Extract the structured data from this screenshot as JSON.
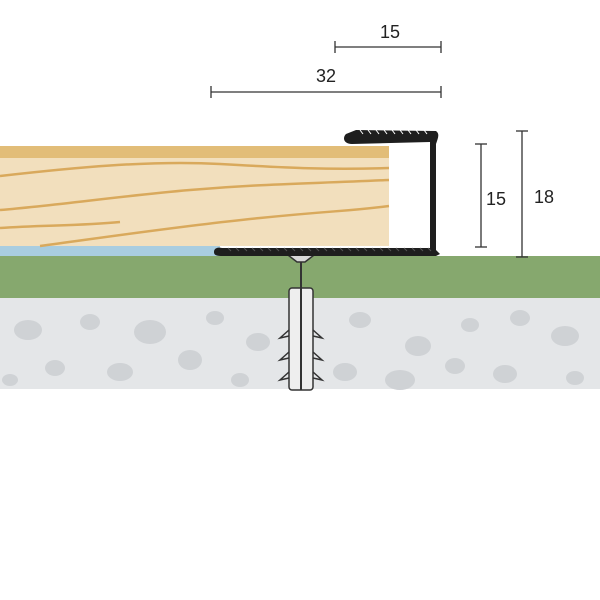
{
  "dimensions": {
    "top_width": "15",
    "total_width": "32",
    "profile_height": "15",
    "total_height": "18"
  },
  "colors": {
    "wood": "#f2dfbd",
    "wood_top": "#e2bd78",
    "wood_grain": "#d9a95c",
    "underlay": "#a9cde0",
    "screed": "#86a86e",
    "concrete": "#e4e6e8",
    "pebble": "#cfd2d5",
    "profile": "#1e1e1e",
    "dimension_line": "#333333"
  }
}
